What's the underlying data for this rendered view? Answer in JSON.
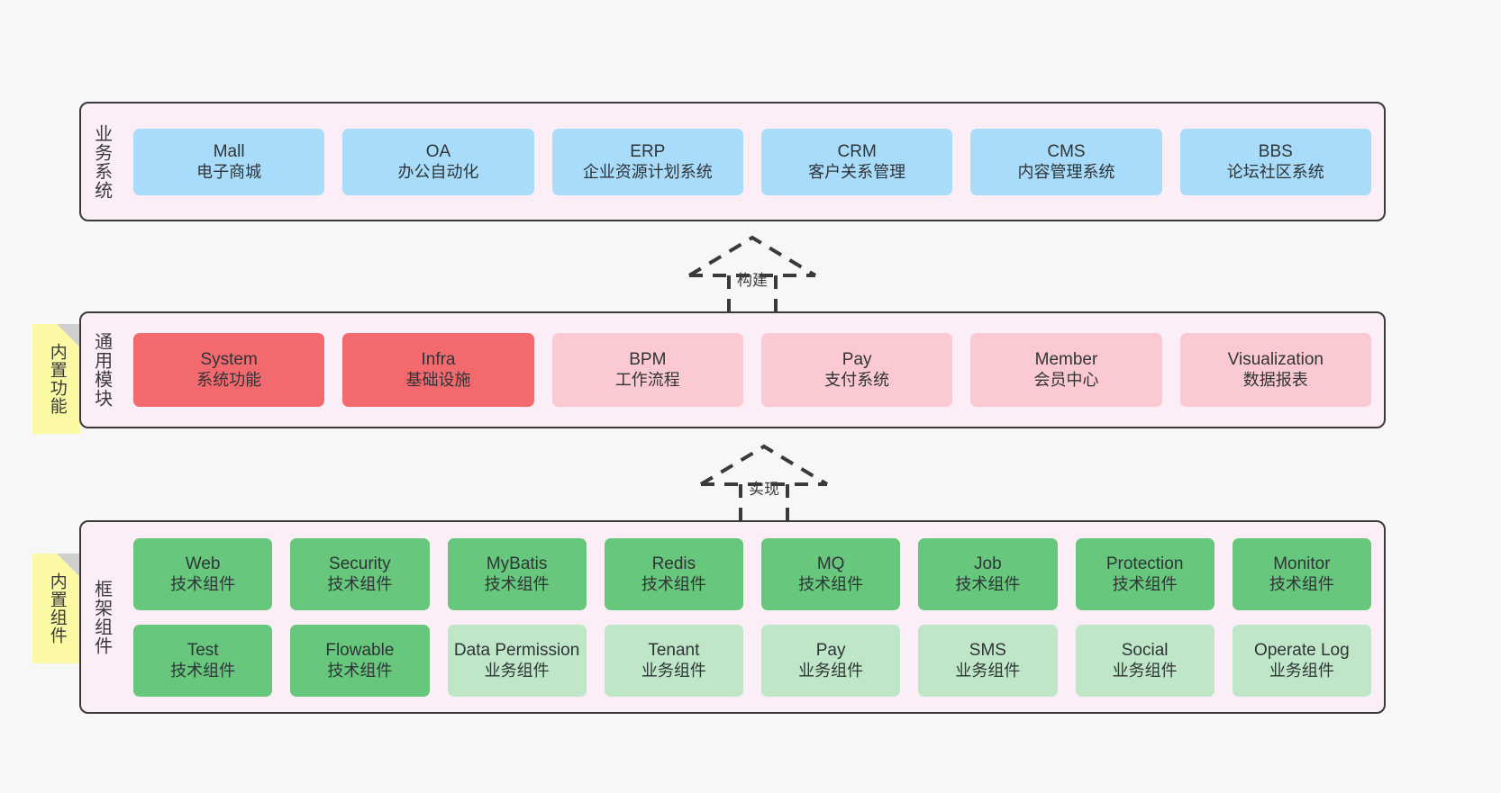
{
  "page": {
    "background": "#f7f7f7",
    "band_fill": "#fbeef6",
    "band_border": "#3a3a3a",
    "note_fill": "#fbf9a3",
    "note_fold": "#cfcfcf"
  },
  "business": {
    "caption": "业务系统",
    "cards": [
      {
        "en": "Mall",
        "cn": "电子商城",
        "color": "#a9dcfb"
      },
      {
        "en": "OA",
        "cn": "办公自动化",
        "color": "#a9dcfb"
      },
      {
        "en": "ERP",
        "cn": "企业资源计划系统",
        "color": "#a9dcfb"
      },
      {
        "en": "CRM",
        "cn": "客户关系管理",
        "color": "#a9dcfb"
      },
      {
        "en": "CMS",
        "cn": "内容管理系统",
        "color": "#a9dcfb"
      },
      {
        "en": "BBS",
        "cn": "论坛社区系统",
        "color": "#a9dcfb"
      }
    ]
  },
  "arrow_build": {
    "label": "构建"
  },
  "arrow_impl": {
    "label": "实现"
  },
  "note_feature": {
    "label": "内置功能"
  },
  "note_component": {
    "label": "内置组件"
  },
  "modules": {
    "caption": "通用模块",
    "cards": [
      {
        "en": "System",
        "cn": "系统功能",
        "color": "#f2696e"
      },
      {
        "en": "Infra",
        "cn": "基础设施",
        "color": "#f2696e"
      },
      {
        "en": "BPM",
        "cn": "工作流程",
        "color": "#fbc9d2"
      },
      {
        "en": "Pay",
        "cn": "支付系统",
        "color": "#fbc9d2"
      },
      {
        "en": "Member",
        "cn": "会员中心",
        "color": "#fbc9d2"
      },
      {
        "en": "Visualization",
        "cn": "数据报表",
        "color": "#fbc9d2"
      }
    ]
  },
  "framework": {
    "caption": "框架组件",
    "row1": [
      {
        "en": "Web",
        "cn": "技术组件",
        "color": "#67c77c"
      },
      {
        "en": "Security",
        "cn": "技术组件",
        "color": "#67c77c"
      },
      {
        "en": "MyBatis",
        "cn": "技术组件",
        "color": "#67c77c"
      },
      {
        "en": "Redis",
        "cn": "技术组件",
        "color": "#67c77c"
      },
      {
        "en": "MQ",
        "cn": "技术组件",
        "color": "#67c77c"
      },
      {
        "en": "Job",
        "cn": "技术组件",
        "color": "#67c77c"
      },
      {
        "en": "Protection",
        "cn": "技术组件",
        "color": "#67c77c"
      },
      {
        "en": "Monitor",
        "cn": "技术组件",
        "color": "#67c77c"
      }
    ],
    "row2": [
      {
        "en": "Test",
        "cn": "技术组件",
        "color": "#67c77c"
      },
      {
        "en": "Flowable",
        "cn": "技术组件",
        "color": "#67c77c"
      },
      {
        "en": "Data Permission",
        "cn": "业务组件",
        "color": "#bfe6c6"
      },
      {
        "en": "Tenant",
        "cn": "业务组件",
        "color": "#bfe6c6"
      },
      {
        "en": "Pay",
        "cn": "业务组件",
        "color": "#bfe6c6"
      },
      {
        "en": "SMS",
        "cn": "业务组件",
        "color": "#bfe6c6"
      },
      {
        "en": "Social",
        "cn": "业务组件",
        "color": "#bfe6c6"
      },
      {
        "en": "Operate Log",
        "cn": "业务组件",
        "color": "#bfe6c6"
      }
    ]
  }
}
